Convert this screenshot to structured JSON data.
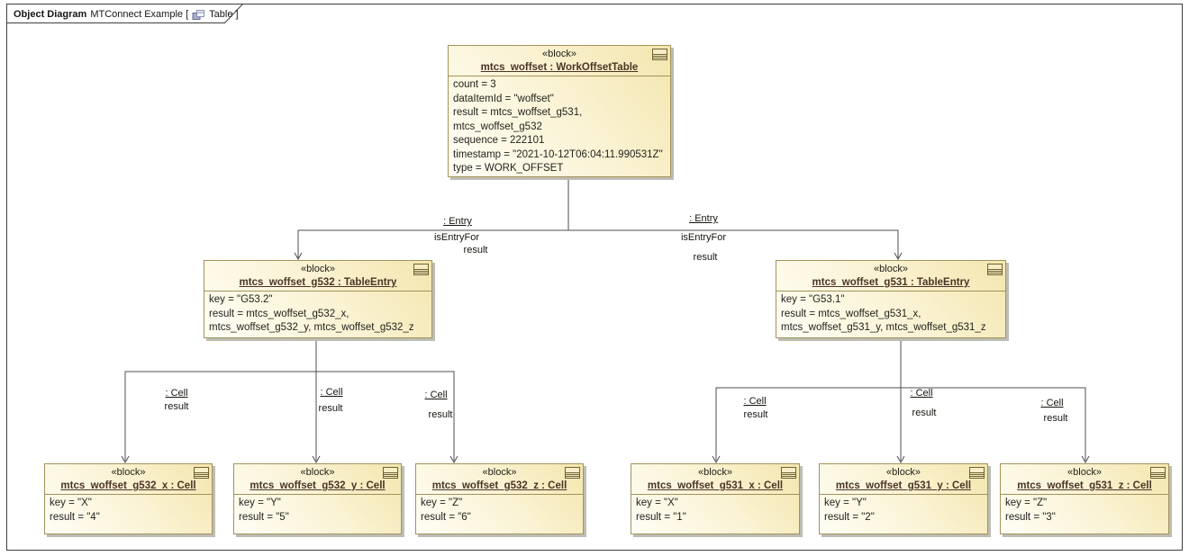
{
  "frame": {
    "diagram_kind": "Object Diagram",
    "diagram_name": "MTConnect Example [",
    "diagram_context": "Table ]"
  },
  "blocks": [
    {
      "stereotype": "«block»",
      "name": "mtcs_woffset : WorkOffsetTable",
      "attributes": [
        "count = 3",
        "dataItemId = \"woffset\"",
        "result = mtcs_woffset_g531,",
        "mtcs_woffset_g532",
        "sequence = 222101",
        "timestamp = \"2021-10-12T06:04:11.990531Z\"",
        "type = WORK_OFFSET"
      ]
    },
    {
      "stereotype": "«block»",
      "name": "mtcs_woffset_g532 : TableEntry",
      "attributes": [
        "key = \"G53.2\"",
        "result = mtcs_woffset_g532_x,",
        "mtcs_woffset_g532_y, mtcs_woffset_g532_z"
      ]
    },
    {
      "stereotype": "«block»",
      "name": "mtcs_woffset_g531 : TableEntry",
      "attributes": [
        "key = \"G53.1\"",
        "result = mtcs_woffset_g531_x,",
        "mtcs_woffset_g531_y, mtcs_woffset_g531_z"
      ]
    },
    {
      "stereotype": "«block»",
      "name": "mtcs_woffset_g532_x : Cell",
      "attributes": [
        "key = \"X\"",
        "result = \"4\""
      ]
    },
    {
      "stereotype": "«block»",
      "name": "mtcs_woffset_g532_y : Cell",
      "attributes": [
        "key = \"Y\"",
        "result = \"5\""
      ]
    },
    {
      "stereotype": "«block»",
      "name": "mtcs_woffset_g532_z : Cell",
      "attributes": [
        "key = \"Z\"",
        "result = \"6\""
      ]
    },
    {
      "stereotype": "«block»",
      "name": "mtcs_woffset_g531_x : Cell",
      "attributes": [
        "key = \"X\"",
        "result = \"1\""
      ]
    },
    {
      "stereotype": "«block»",
      "name": "mtcs_woffset_g531_y : Cell",
      "attributes": [
        "key = \"Y\"",
        "result = \"2\""
      ]
    },
    {
      "stereotype": "«block»",
      "name": "mtcs_woffset_g531_z : Cell",
      "attributes": [
        "key = \"Z\"",
        "result = \"3\""
      ]
    }
  ],
  "connectors": [
    {
      "id": "entry-g532",
      "role": ": Entry",
      "property": "isEntryFor",
      "end_role": "result"
    },
    {
      "id": "entry-g531",
      "role": ": Entry",
      "property": "isEntryFor",
      "end_role": "result"
    },
    {
      "id": "cell-g532-x",
      "role": ": Cell",
      "end_role": "result"
    },
    {
      "id": "cell-g532-y",
      "role": ": Cell",
      "end_role": "result"
    },
    {
      "id": "cell-g532-z",
      "role": ": Cell",
      "end_role": "result"
    },
    {
      "id": "cell-g531-x",
      "role": ": Cell",
      "end_role": "result"
    },
    {
      "id": "cell-g531-y",
      "role": ": Cell",
      "end_role": "result"
    },
    {
      "id": "cell-g531-z",
      "role": ": Cell",
      "end_role": "result"
    }
  ],
  "colors": {
    "block_border": "#a3935a",
    "block_fill_light": "#fffef6",
    "block_fill_dark": "#f3e6ae",
    "block_shadow": "#bdbdb5",
    "connector_line": "#4d4d4d",
    "block_name_text": "#4a3526",
    "attribute_text": "#23221d",
    "frame_border": "#3f3f3f"
  }
}
